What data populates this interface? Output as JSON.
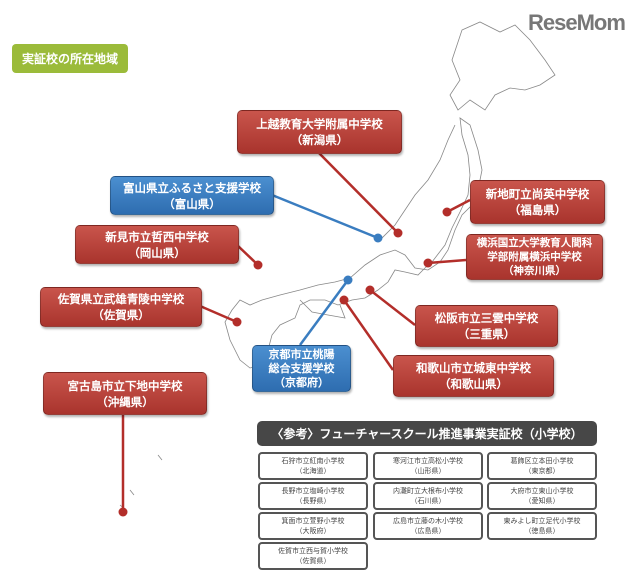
{
  "logo": "ReseMom",
  "title": "実証校の所在地域",
  "colors": {
    "red": "#b83f37",
    "blue": "#3a7dc0",
    "green": "#9bbb3a",
    "dark": "#474747"
  },
  "schools": [
    {
      "name": "上越教育大学附属中学校",
      "pref": "（新潟県）",
      "type": "red"
    },
    {
      "name": "富山県立ふるさと支援学校",
      "pref": "（富山県）",
      "type": "blue"
    },
    {
      "name": "新地町立尚英中学校",
      "pref": "（福島県）",
      "type": "red"
    },
    {
      "name": "新見市立哲西中学校",
      "pref": "（岡山県）",
      "type": "red"
    },
    {
      "name": "横浜国立大学教育人間科学部附属横浜中学校",
      "pref": "（神奈川県）",
      "type": "red"
    },
    {
      "name": "佐賀県立武雄青陵中学校",
      "pref": "（佐賀県）",
      "type": "red"
    },
    {
      "name": "松阪市立三雲中学校",
      "pref": "（三重県）",
      "type": "red"
    },
    {
      "name": "京都市立桃陽総合支援学校",
      "pref": "（京都府）",
      "type": "blue"
    },
    {
      "name": "和歌山市立城東中学校",
      "pref": "（和歌山県）",
      "type": "red"
    },
    {
      "name": "宮古島市立下地中学校",
      "pref": "（沖縄県）",
      "type": "red"
    }
  ],
  "reference": {
    "title": "〈参考〉フューチャースクール推進事業実証校（小学校）",
    "items": [
      {
        "name": "石狩市立紅南小学校",
        "pref": "（北海道）"
      },
      {
        "name": "寒河江市立高松小学校",
        "pref": "（山形県）"
      },
      {
        "name": "葛飾区立本田小学校",
        "pref": "（東京都）"
      },
      {
        "name": "長野市立塩崎小学校",
        "pref": "（長野県）"
      },
      {
        "name": "内灘町立大根布小学校",
        "pref": "（石川県）"
      },
      {
        "name": "大府市立東山小学校",
        "pref": "（愛知県）"
      },
      {
        "name": "箕面市立萱野小学校",
        "pref": "（大阪府）"
      },
      {
        "name": "広島市立藤の木小学校",
        "pref": "（広島県）"
      },
      {
        "name": "東みよし町立足代小学校",
        "pref": "（徳島県）"
      },
      {
        "name": "佐賀市立西与賀小学校",
        "pref": "（佐賀県）"
      }
    ]
  }
}
